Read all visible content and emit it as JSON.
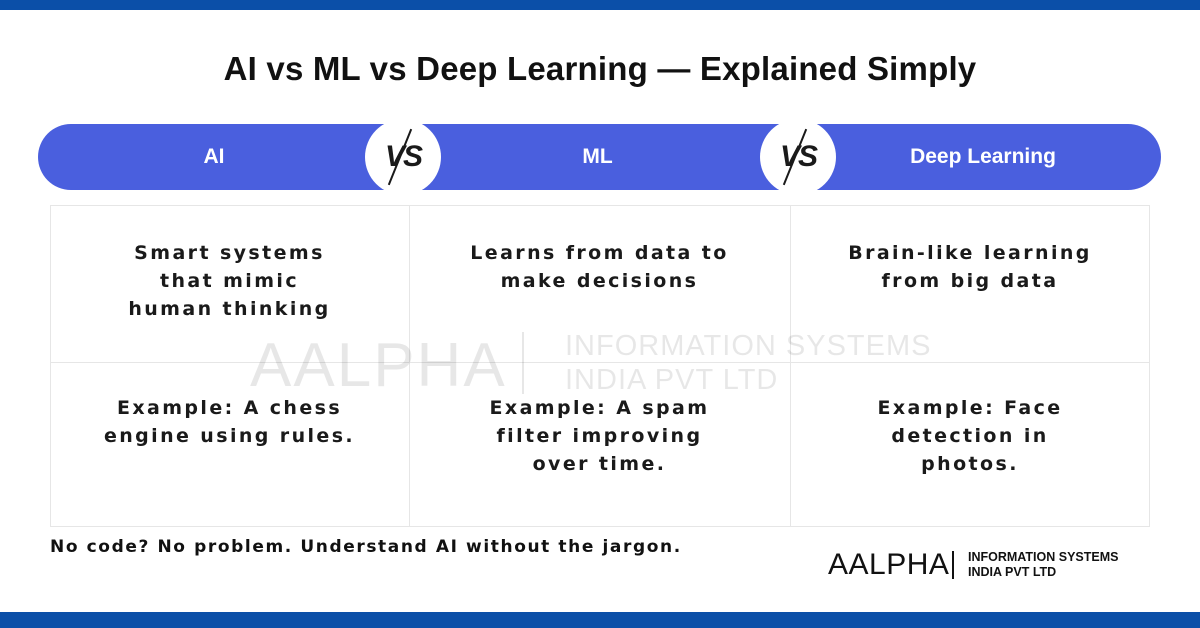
{
  "title": "AI vs ML vs Deep Learning — Explained Simply",
  "columns": [
    {
      "label": "AI",
      "definition": [
        "Smart systems",
        "that mimic",
        "human thinking"
      ],
      "example": [
        "Example: A chess",
        "engine using rules."
      ]
    },
    {
      "label": "ML",
      "definition": [
        "Learns from data to",
        "make decisions"
      ],
      "example": [
        "Example: A spam",
        "filter improving",
        "over time."
      ]
    },
    {
      "label": "Deep Learning",
      "definition": [
        "Brain-like learning",
        "from big data"
      ],
      "example": [
        "Example: Face",
        "detection in",
        "photos."
      ]
    }
  ],
  "vs_text": "VS",
  "footer_text": "No code? No problem. Understand AI without the jargon.",
  "brand": {
    "name": "AALPHA",
    "line1": "INFORMATION SYSTEMS",
    "line2": "INDIA PVT LTD"
  },
  "colors": {
    "accent_bar": "#0b4fa8",
    "header_fill": "#4a5fde",
    "grid_line": "#e6e6e6"
  }
}
